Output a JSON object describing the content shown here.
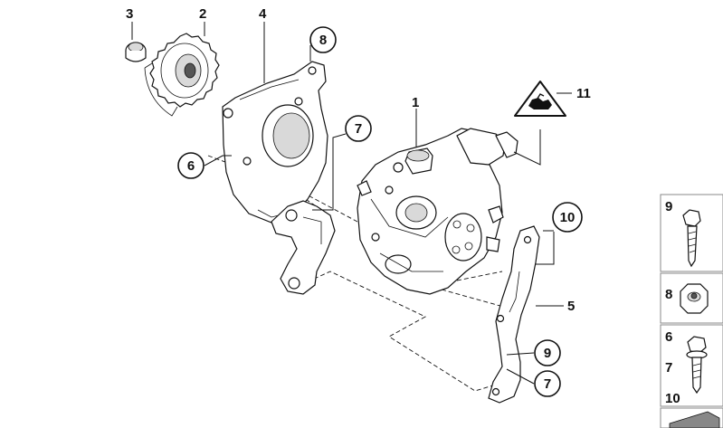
{
  "callouts": [
    {
      "id": "3",
      "label": "3"
    },
    {
      "id": "2",
      "label": "2"
    },
    {
      "id": "4",
      "label": "4"
    },
    {
      "id": "8",
      "label": "8"
    },
    {
      "id": "1",
      "label": "1"
    },
    {
      "id": "7a",
      "label": "7"
    },
    {
      "id": "6",
      "label": "6"
    },
    {
      "id": "11",
      "label": "11"
    },
    {
      "id": "10",
      "label": "10"
    },
    {
      "id": "5",
      "label": "5"
    },
    {
      "id": "9",
      "label": "9"
    },
    {
      "id": "7b",
      "label": "7"
    }
  ],
  "side_panel": [
    {
      "labels": [
        "9"
      ],
      "icon": "hex-bolt-icon"
    },
    {
      "labels": [
        "8"
      ],
      "icon": "hex-nut-icon"
    },
    {
      "labels": [
        "6",
        "7",
        "10"
      ],
      "icon": "flange-bolt-icon"
    },
    {
      "labels": [],
      "icon": "wedge-icon"
    }
  ],
  "warning_sign": {
    "icon": "sensitive-component-warning-icon"
  }
}
